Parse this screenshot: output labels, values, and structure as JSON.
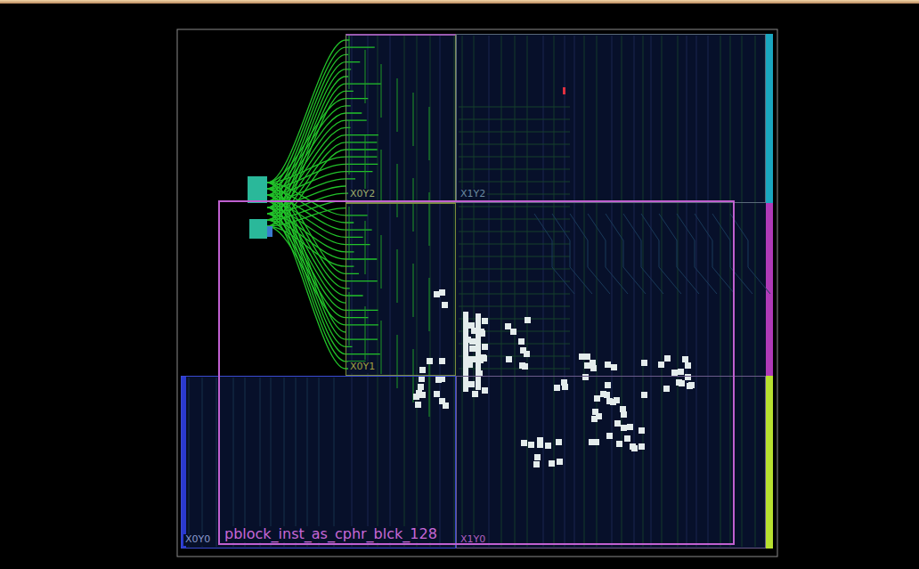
{
  "diagram": {
    "nodes": [
      {
        "text": [
          "X0Y2"
        ]
      },
      {
        "text": [
          "X1Y2"
        ]
      },
      {
        "text": [
          "X0Y1"
        ]
      },
      {
        "text": [
          "pblock_inst_as_cphr_blck_128"
        ]
      },
      {
        "text": [
          "X0Y0"
        ]
      },
      {
        "text": [
          "X1Y0"
        ]
      }
    ]
  }
}
